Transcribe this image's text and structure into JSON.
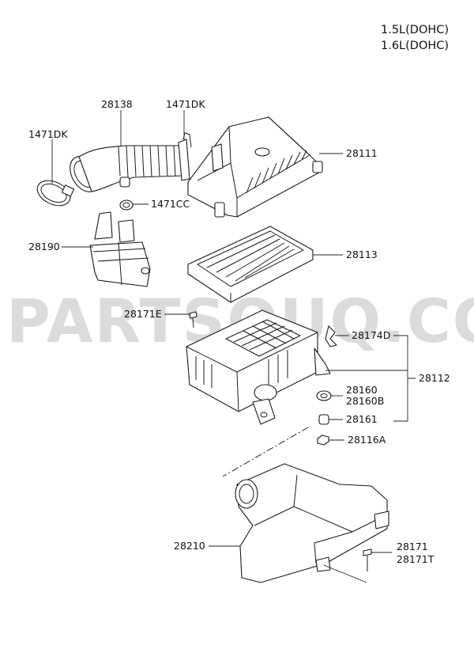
{
  "engine": {
    "line1": "1.5L(DOHC)",
    "line2": "1.6L(DOHC)"
  },
  "watermark": "PARTSOUQ.COM",
  "labels": {
    "p1471DK_left": "1471DK",
    "p28138": "28138",
    "p1471DK_top": "1471DK",
    "p28111": "28111",
    "p1471CC": "1471CC",
    "p28190": "28190",
    "p28113": "28113",
    "p28171E": "28171E",
    "p28174D": "28174D",
    "p28112": "28112",
    "p28160": "28160",
    "p28160B": "28160B",
    "p28161": "28161",
    "p28116A": "28116A",
    "p28210": "28210",
    "p28171": "28171",
    "p28171T": "28171T"
  }
}
